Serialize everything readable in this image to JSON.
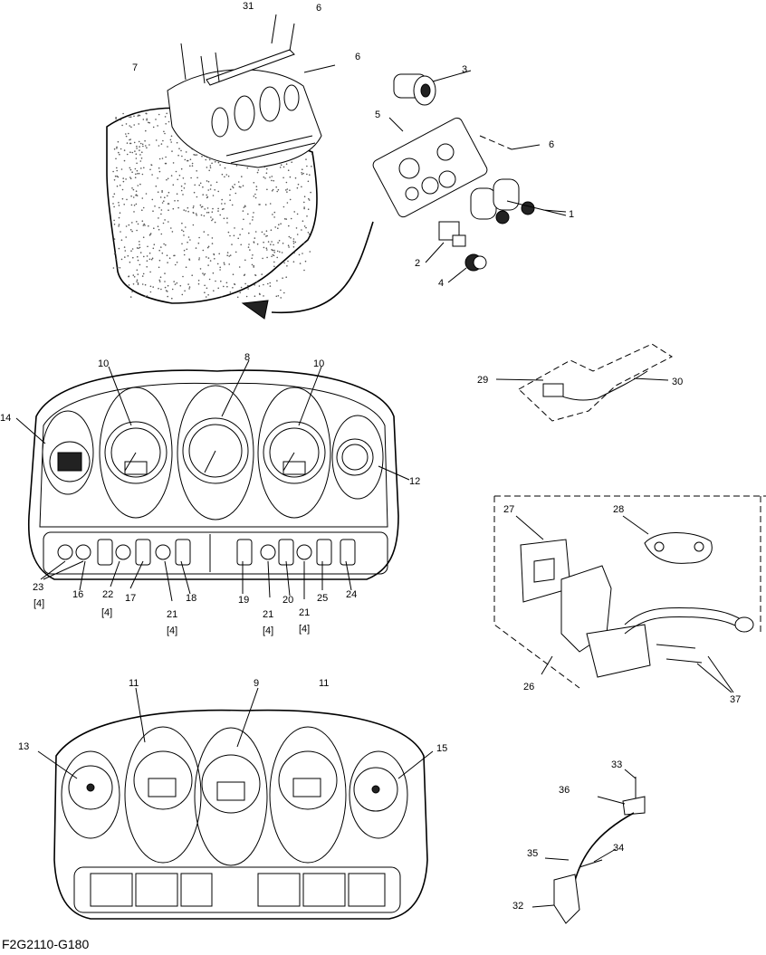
{
  "figure_code": "F2G2110-G180",
  "callouts": [
    {
      "id": "c31",
      "text": "31"
    },
    {
      "id": "c6a",
      "text": "6"
    },
    {
      "id": "c6b",
      "text": "6"
    },
    {
      "id": "c7",
      "text": "7"
    },
    {
      "id": "c3",
      "text": "3"
    },
    {
      "id": "c5",
      "text": "5"
    },
    {
      "id": "c6c",
      "text": "6"
    },
    {
      "id": "c1",
      "text": "1"
    },
    {
      "id": "c2",
      "text": "2"
    },
    {
      "id": "c4",
      "text": "4"
    },
    {
      "id": "c8",
      "text": "8"
    },
    {
      "id": "c10a",
      "text": "10"
    },
    {
      "id": "c10b",
      "text": "10"
    },
    {
      "id": "c14",
      "text": "14"
    },
    {
      "id": "c12",
      "text": "12"
    },
    {
      "id": "c29",
      "text": "29"
    },
    {
      "id": "c30",
      "text": "30"
    },
    {
      "id": "c23",
      "text": "23"
    },
    {
      "id": "c23q",
      "text": "[4]"
    },
    {
      "id": "c16",
      "text": "16"
    },
    {
      "id": "c22",
      "text": "22"
    },
    {
      "id": "c22q",
      "text": "[4]"
    },
    {
      "id": "c17",
      "text": "17"
    },
    {
      "id": "c21a",
      "text": "21"
    },
    {
      "id": "c21aq",
      "text": "[4]"
    },
    {
      "id": "c18",
      "text": "18"
    },
    {
      "id": "c19",
      "text": "19"
    },
    {
      "id": "c21b",
      "text": "21"
    },
    {
      "id": "c21bq",
      "text": "[4]"
    },
    {
      "id": "c20",
      "text": "20"
    },
    {
      "id": "c21c",
      "text": "21"
    },
    {
      "id": "c21cq",
      "text": "[4]"
    },
    {
      "id": "c25",
      "text": "25"
    },
    {
      "id": "c24",
      "text": "24"
    },
    {
      "id": "c27",
      "text": "27"
    },
    {
      "id": "c28",
      "text": "28"
    },
    {
      "id": "c26",
      "text": "26"
    },
    {
      "id": "c37",
      "text": "37"
    },
    {
      "id": "c11a",
      "text": "11"
    },
    {
      "id": "c9",
      "text": "9"
    },
    {
      "id": "c11b",
      "text": "11"
    },
    {
      "id": "c13",
      "text": "13"
    },
    {
      "id": "c15",
      "text": "15"
    },
    {
      "id": "c33",
      "text": "33"
    },
    {
      "id": "c36",
      "text": "36"
    },
    {
      "id": "c34",
      "text": "34"
    },
    {
      "id": "c35",
      "text": "35"
    },
    {
      "id": "c32",
      "text": "32"
    }
  ]
}
